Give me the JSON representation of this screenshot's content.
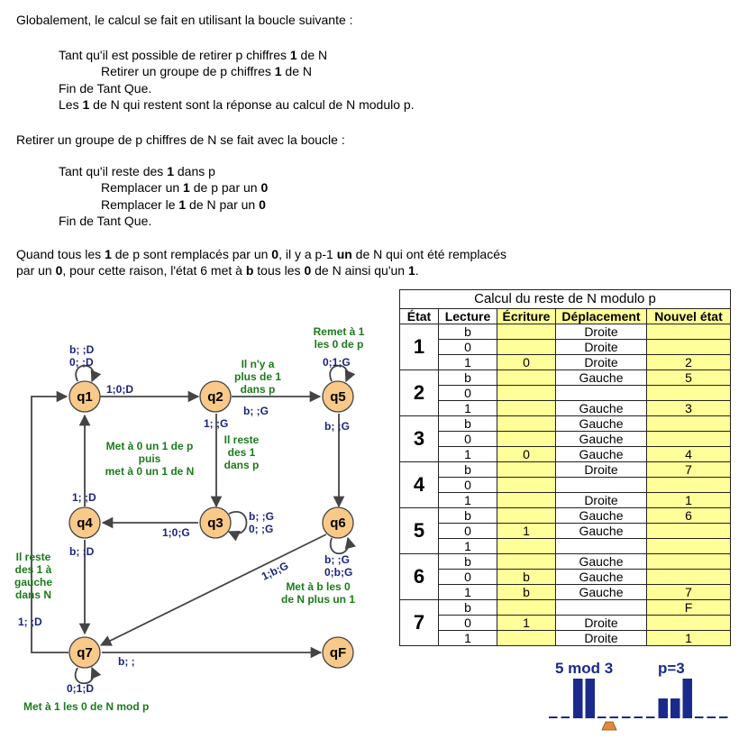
{
  "text": {
    "intro": "Globalement, le calcul se fait en utilisant la boucle suivante :",
    "loop1": [
      {
        "pre": "Tant qu'il est possible de retirer p chiffres ",
        "b": "1",
        "post": " de N"
      },
      {
        "pre": "Retirer un groupe de p chiffres ",
        "b": "1",
        "post": " de N"
      },
      {
        "pre": "Fin de Tant Que.",
        "b": "",
        "post": ""
      },
      {
        "pre": "Les ",
        "b": "1",
        "post": " de N qui restent sont la réponse au calcul de N modulo p."
      }
    ],
    "para2": "Retirer un groupe de p chiffres de N se fait avec la boucle :",
    "loop2": [
      {
        "pre": "Tant qu'il reste des ",
        "b": "1",
        "post": " dans p"
      },
      {
        "pre": "Remplacer un ",
        "b": "1",
        "mid": " de p par un ",
        "b2": "0"
      },
      {
        "pre": "Remplacer le ",
        "b": "1",
        "mid": " de N par un ",
        "b2": "0"
      },
      {
        "pre": "Fin de Tant Que.",
        "b": "",
        "post": ""
      }
    ],
    "para3a": {
      "p1": "Quand tous les ",
      "b1": "1",
      "p2": " de p sont remplacés par un ",
      "b2": "0",
      "p3": ", il y a p-1 ",
      "b3": "un",
      "p4": " de N qui ont été remplacés"
    },
    "para3b": {
      "p1": "par un ",
      "b1": "0",
      "p2": ", pour cette raison, l'état 6 met à ",
      "b2": "b",
      "p3": " tous les ",
      "b3": "0",
      "p4": " de N ainsi qu'un ",
      "b4": "1",
      "p5": "."
    }
  },
  "diagram": {
    "states": [
      "q1",
      "q2",
      "q3",
      "q4",
      "q5",
      "q6",
      "q7",
      "qF"
    ],
    "labels": {
      "q1_loop": [
        "b; ;D",
        "0; ;D"
      ],
      "q1_q2": "1;0;D",
      "q2_q3": "1; ;G",
      "q2_q5": "b; ;G",
      "q5_loop": "0;1;G",
      "q5_q6": "b; ;G",
      "q3_loop": [
        "b; ;G",
        "0; ;G"
      ],
      "q3_q4": "1;0;G",
      "q4_q1": "1; ;D",
      "q4_q7": "b; ;D",
      "q6_loop": [
        "b;  ;G",
        "0;b;G"
      ],
      "q6_q7": "1;b;G",
      "q7_q1": "1; ;D",
      "q7_loop": "0;1;D",
      "q7_qF": "b; ;"
    },
    "notes": {
      "remet": [
        "Remet à 1",
        "les 0 de p"
      ],
      "nya": [
        "Il n'y a",
        "plus de 1",
        "dans p"
      ],
      "reste": [
        "Il reste",
        "des 1",
        "dans p"
      ],
      "met0": [
        "Met à 0 un 1 de p",
        "puis",
        "met à 0 un 1 de N"
      ],
      "reste_gauche": [
        "Il reste",
        "des 1 à",
        "gauche",
        "dans N"
      ],
      "metb": [
        "Met à b les 0",
        "de N plus un 1"
      ],
      "met1": "Met à 1 les 0 de N mod p"
    }
  },
  "table": {
    "title": "Calcul du reste de N modulo p",
    "headers": [
      "État",
      "Lecture",
      "Écriture",
      "Déplacement",
      "Nouvel état"
    ],
    "groups": [
      {
        "state": "1",
        "rows": [
          [
            "b",
            "",
            "Droite",
            ""
          ],
          [
            "0",
            "",
            "Droite",
            ""
          ],
          [
            "1",
            "0",
            "Droite",
            "2"
          ]
        ]
      },
      {
        "state": "2",
        "rows": [
          [
            "b",
            "",
            "Gauche",
            "5"
          ],
          [
            "0",
            "",
            "",
            ""
          ],
          [
            "1",
            "",
            "Gauche",
            "3"
          ]
        ]
      },
      {
        "state": "3",
        "rows": [
          [
            "b",
            "",
            "Gauche",
            ""
          ],
          [
            "0",
            "",
            "Gauche",
            ""
          ],
          [
            "1",
            "0",
            "Gauche",
            "4"
          ]
        ]
      },
      {
        "state": "4",
        "rows": [
          [
            "b",
            "",
            "Droite",
            "7"
          ],
          [
            "0",
            "",
            "",
            ""
          ],
          [
            "1",
            "",
            "Droite",
            "1"
          ]
        ]
      },
      {
        "state": "5",
        "rows": [
          [
            "b",
            "",
            "Gauche",
            "6"
          ],
          [
            "0",
            "1",
            "Gauche",
            ""
          ],
          [
            "1",
            "",
            "",
            ""
          ]
        ]
      },
      {
        "state": "6",
        "rows": [
          [
            "b",
            "",
            "Gauche",
            ""
          ],
          [
            "0",
            "b",
            "Gauche",
            ""
          ],
          [
            "1",
            "b",
            "Gauche",
            "7"
          ]
        ]
      },
      {
        "state": "7",
        "rows": [
          [
            "b",
            "",
            "",
            "F"
          ],
          [
            "0",
            "1",
            "Droite",
            ""
          ],
          [
            "1",
            "",
            "Droite",
            "1"
          ]
        ]
      }
    ]
  },
  "tape": {
    "label_left": "5 mod 3",
    "label_right": "p=3",
    "bar_color": "#1a2a8c",
    "head_color": "#e08a3a"
  }
}
